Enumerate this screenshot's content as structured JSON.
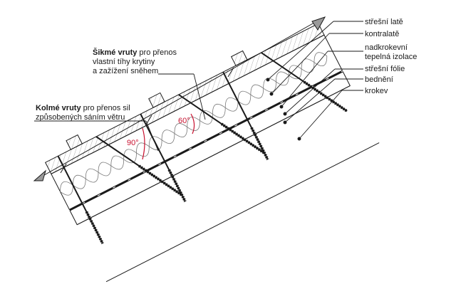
{
  "legend": {
    "items": [
      {
        "label": "střešní latě"
      },
      {
        "label": "kontralatě"
      },
      {
        "label": "nadkrokevní"
      },
      {
        "label": "tepelná izolace"
      },
      {
        "label": "střešní fólie"
      },
      {
        "label": "bednění"
      },
      {
        "label": "krokev"
      }
    ]
  },
  "notes": {
    "slanted": {
      "bold": "Šikmé vruty",
      "line1_rest": " pro přenos",
      "line2": "vlastní tíhy krytiny",
      "line3": "a zažížení sněhem"
    },
    "perpendicular": {
      "bold": "Kolmé vruty",
      "line1_rest": " pro přenos sil",
      "line2": "způsobených sáním větru"
    }
  },
  "angles": {
    "a90": "90°",
    "a60": "60°"
  },
  "colors": {
    "ink": "#1a1a1a",
    "angle": "#c8102e",
    "arrowhead": "#9a9a9a"
  }
}
